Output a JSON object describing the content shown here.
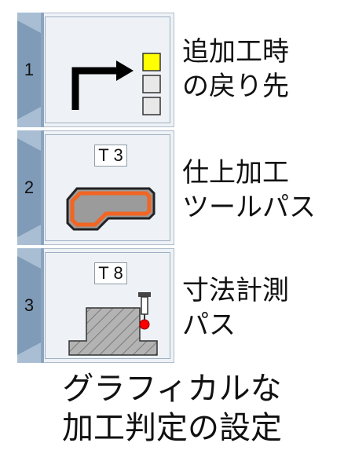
{
  "panel": {
    "rows": [
      {
        "number": "1",
        "icon": "return-arrow-icon",
        "description_line1": "追加工時",
        "description_line2": "の戻り先"
      },
      {
        "number": "2",
        "tool_label": "T 3",
        "icon": "finish-toolpath-icon",
        "description_line1": "仕上加工",
        "description_line2": "ツールパス"
      },
      {
        "number": "3",
        "tool_label": "T 8",
        "icon": "probe-measurement-icon",
        "description_line1": "寸法計測",
        "description_line2": "パス"
      }
    ]
  },
  "footer": {
    "line1": "グラフィカルな",
    "line2": "加工判定の設定"
  },
  "colors": {
    "tab": "#7f9bb7",
    "row_bg": "#eef2f6",
    "highlight_yellow": "#ffff00",
    "path_orange": "#f26522",
    "probe_red": "#ff0000",
    "part_gray": "#a8a8a8"
  }
}
